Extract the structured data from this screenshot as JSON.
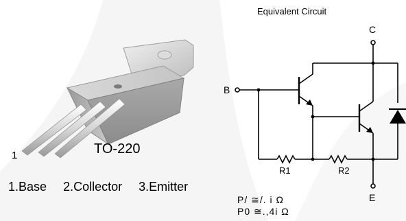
{
  "package": {
    "name": "TO-220",
    "pin_one_marker": "1",
    "pins": [
      "1.Base",
      "2.Collector",
      "3.Emitter"
    ]
  },
  "circuit": {
    "title": "Equivalent Circuit",
    "collector": "C",
    "base": "B",
    "emitter": "E",
    "r1": "R1",
    "r2": "R2",
    "formula_1": "P/ ≅/. i Ω",
    "formula_2": "P0 ≅.,4i Ω"
  },
  "colors": {
    "metal": "#c9c9c9",
    "metal_dark": "#8a8a8a",
    "body": "#bdbdbd",
    "background_swoosh": "#f4f4f4"
  }
}
